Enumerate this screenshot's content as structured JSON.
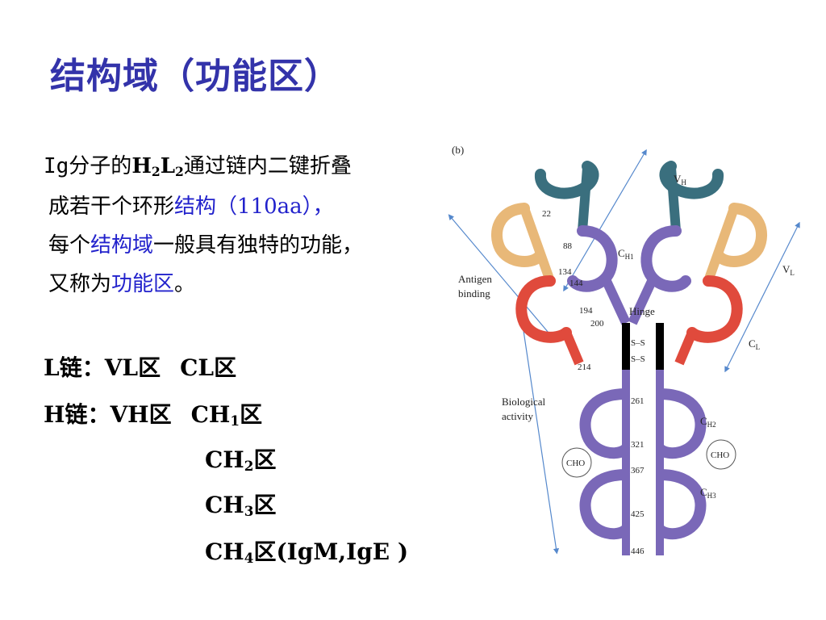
{
  "title": "结构域（功能区）",
  "intro": {
    "line1_a": "Ig分子的",
    "line1_b": "H",
    "line1_b_sub": "2",
    "line1_c": "L",
    "line1_c_sub": "2",
    "line1_d": "通过链内二键折叠",
    "line2_a": "成若干个环形",
    "line2_hl": "结构",
    "line2_b": "（110aa），",
    "line3_a": "每个",
    "line3_hl": "结构域",
    "line3_b": "一般具有独特的功能，",
    "line4_a": "又称为",
    "line4_hl": "功能区",
    "line4_b": "。"
  },
  "chains": {
    "l_label": "L链：VL区",
    "l_cl": "CL区",
    "h_label": "H链：VH区",
    "h_ch1_a": "CH",
    "h_ch1_sub": "1",
    "h_ch1_b": "区",
    "ch2_a": "CH",
    "ch2_sub": "2",
    "ch2_b": "区",
    "ch3_a": "CH",
    "ch3_sub": "3",
    "ch3_b": "区",
    "ch4_a": "CH",
    "ch4_sub": "4",
    "ch4_b": "区(IgM,IgE )"
  },
  "diagram": {
    "panel_label": "(b)",
    "antigen_binding": [
      "Antigen",
      "binding"
    ],
    "biological_activity": [
      "Biological",
      "activity"
    ],
    "hinge": "Hinge",
    "cho": "CHO",
    "vh": "V",
    "vh_sub": "H",
    "vl": "V",
    "vl_sub": "L",
    "ch1": "C",
    "ch1_sub": "H1",
    "cl": "C",
    "cl_sub": "L",
    "ch2": "C",
    "ch2_sub": "H2",
    "ch3": "C",
    "ch3_sub": "H3",
    "numbers": [
      "22",
      "88",
      "134",
      "144",
      "194",
      "200",
      "214",
      "261",
      "321",
      "367",
      "425",
      "446"
    ],
    "ss": "S–S",
    "colors": {
      "heavy_variable": "#3a6f7e",
      "light_variable": "#e8b878",
      "light_constant": "#e04a3c",
      "heavy_constant": "#7a68b8",
      "hinge": "#000000",
      "arrow": "#5588cc"
    }
  }
}
